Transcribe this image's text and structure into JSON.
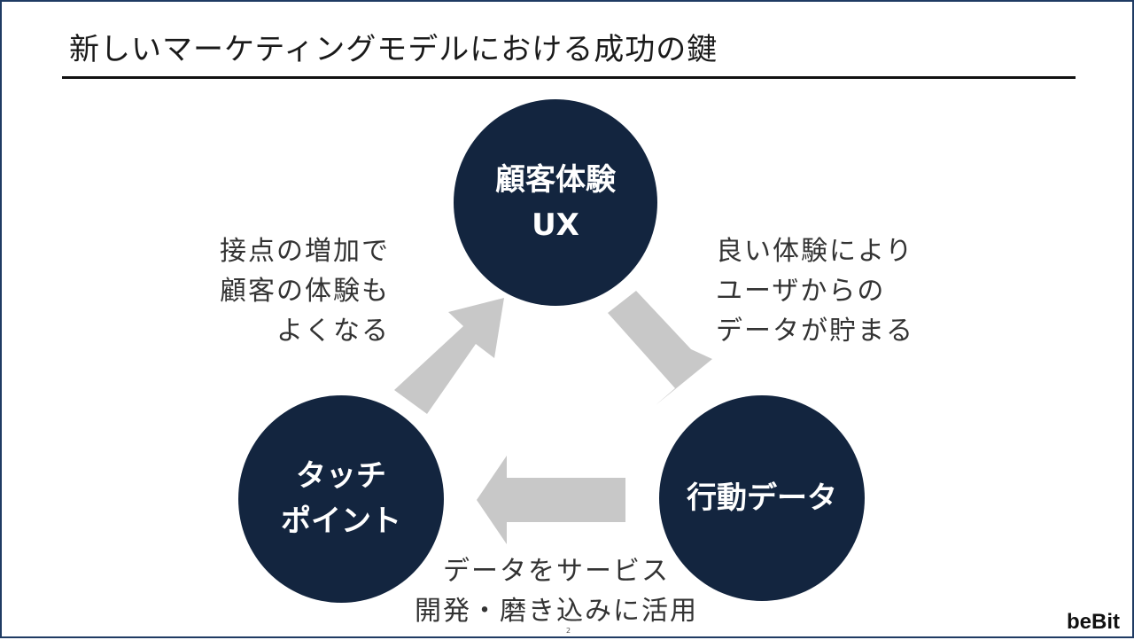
{
  "title": "新しいマーケティングモデルにおける成功の鍵",
  "circles": {
    "ux": {
      "line1": "顧客体験",
      "line2": "UX"
    },
    "behavior": {
      "line1": "行動データ"
    },
    "touch": {
      "line1": "タッチ",
      "line2": "ポイント"
    }
  },
  "notes": {
    "left": [
      "接点の増加で",
      "顧客の体験も",
      "よくなる"
    ],
    "right": [
      "良い体験により",
      "ユーザからの",
      "データが貯まる"
    ],
    "bottom": [
      "データをサービス",
      "開発・磨き込みに活用"
    ]
  },
  "colors": {
    "circle": "#13253f",
    "arrow": "#c8c8c8",
    "border": "#1f3b63"
  },
  "footer": {
    "logo": "beBit",
    "page": "2"
  }
}
